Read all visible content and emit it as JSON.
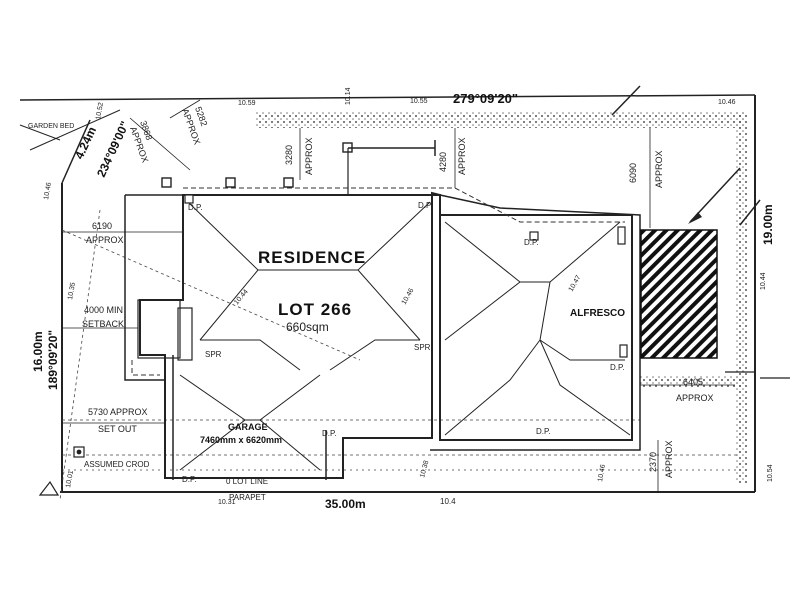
{
  "plan": {
    "residence": "RESIDENCE",
    "lot": "LOT 266",
    "area": "660sqm",
    "alfresco": "ALFRESCO",
    "garage": "GARAGE",
    "garage_size": "7460mm x 6620mm",
    "zero_lot_line": "0 LOT LINE",
    "parapet": "PARAPET",
    "garden_bed": "GARDEN BED",
    "assumed_crod": "ASSUMED CROD",
    "spr_left": "SPR",
    "spr_right": "SPR",
    "dp_labels": [
      "D.P.",
      "D.P.",
      "D.P.",
      "D.P.",
      "D.P.",
      "D.P.",
      "D.P."
    ]
  },
  "boundaries": {
    "top_bearing": "279°09'20\"",
    "left_length": "16.00m",
    "left_bearing": "189°09'20\"",
    "bottom_length": "35.00m",
    "right_length": "19.00m",
    "corner_length": "4.24m",
    "corner_bearing": "234°09'00\""
  },
  "dimensions": {
    "d6190": "6190",
    "approx1": "APPROX",
    "d4000": "4000 MIN",
    "setback": "SETBACK",
    "d5730": "5730 APPROX",
    "setout": "SET OUT",
    "d6405": "6405",
    "approx2": "APPROX",
    "d2370": "2370",
    "approx3": "APPROX",
    "d6090": "6090",
    "approx4": "APPROX",
    "d3280": "3280",
    "approx5": "APPROX",
    "d4280": "4280",
    "approx6": "APPROX",
    "d3868": "3868",
    "approx7": "APPROX",
    "d5282": "5282",
    "approx8": "APPROX"
  },
  "levels": [
    "10.59",
    "10.55",
    "10.46",
    "10.44",
    "10.35",
    "10.44",
    "10.46",
    "10.47",
    "10.38",
    "10.4",
    "10.31",
    "10.01",
    "10.46",
    "10.54",
    "10.14",
    "10.52",
    "10.46"
  ]
}
